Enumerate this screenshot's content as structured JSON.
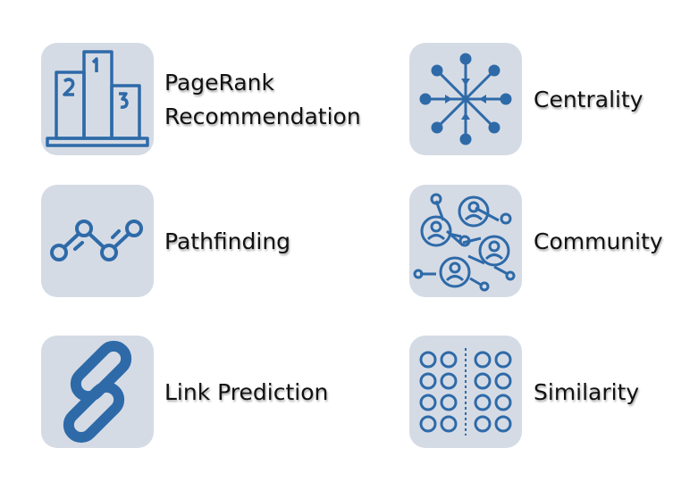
{
  "colors": {
    "tile_background": "#d5dbe5",
    "icon_stroke": "#2e6aa8",
    "text": "#111111"
  },
  "items": [
    {
      "id": "pagerank",
      "icon": "podium-icon",
      "label_lines": [
        "PageRank",
        "Recommendation"
      ]
    },
    {
      "id": "centrality",
      "icon": "centrality-network-icon",
      "label_lines": [
        "Centrality"
      ]
    },
    {
      "id": "pathfinding",
      "icon": "path-nodes-icon",
      "label_lines": [
        "Pathfinding"
      ]
    },
    {
      "id": "community",
      "icon": "community-people-network-icon",
      "label_lines": [
        "Community"
      ]
    },
    {
      "id": "link-prediction",
      "icon": "chain-link-icon",
      "label_lines": [
        "Link Prediction"
      ]
    },
    {
      "id": "similarity",
      "icon": "circle-grid-divided-icon",
      "label_lines": [
        "Similarity"
      ]
    }
  ]
}
